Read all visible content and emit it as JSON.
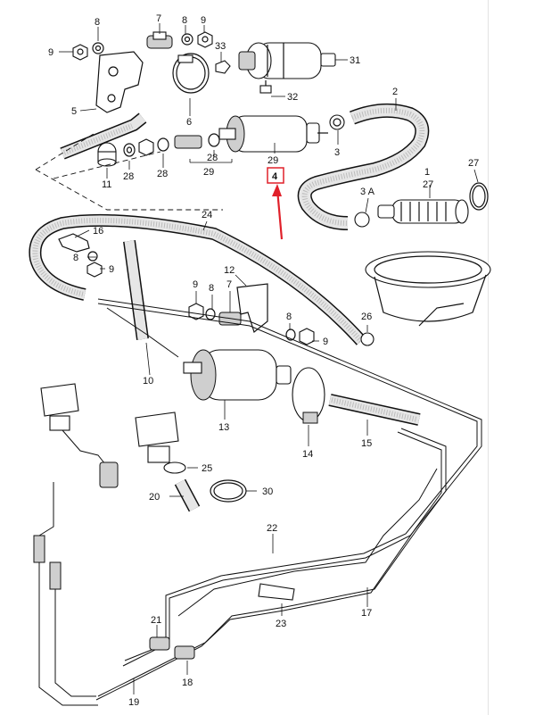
{
  "labels": {
    "l9a": "9",
    "l8a": "8",
    "l7": "7",
    "l8b": "8",
    "l9b": "9",
    "l33": "33",
    "l31": "31",
    "l5": "5",
    "l6": "6",
    "l32": "32",
    "l2": "2",
    "l3": "3",
    "l29a": "29",
    "l4": "4",
    "l11": "11",
    "l28a": "28",
    "l28b": "28",
    "l28c": "28",
    "l29b": "29",
    "l27": "27",
    "l1": "1",
    "l27b": "27",
    "l3a": "3 A",
    "l24": "24",
    "l16": "16",
    "l8c": "8",
    "l9c": "9",
    "l12": "12",
    "l9d": "9",
    "l8d": "8",
    "l7b": "7",
    "l8e": "8",
    "l9e": "9",
    "l26": "26",
    "l10": "10",
    "l13": "13",
    "l14": "14",
    "l15": "15",
    "l25": "25",
    "l20": "20",
    "l30": "30",
    "l22": "22",
    "l17": "17",
    "l23": "23",
    "l21": "21",
    "l18": "18",
    "l19": "19"
  },
  "highlight": {
    "part": "4",
    "color": "#e0202a"
  }
}
